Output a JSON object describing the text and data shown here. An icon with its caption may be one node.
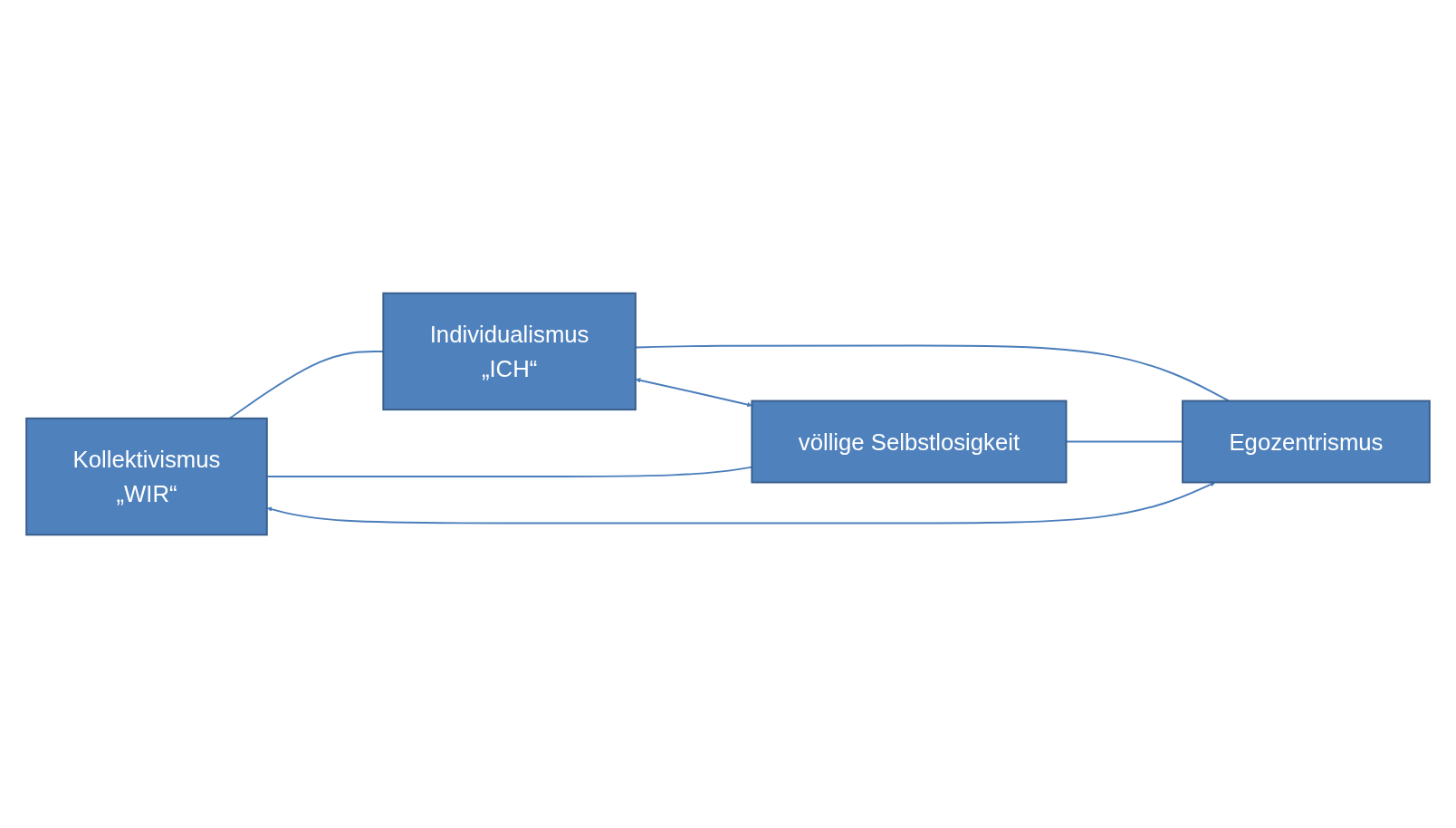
{
  "diagram": {
    "nodes": [
      {
        "text": [
          "Kollektivismus",
          "„WIR“"
        ]
      },
      {
        "text": [
          "Individualismus",
          "„ICH“"
        ]
      },
      {
        "text": [
          "völlige Selbstlosigkeit"
        ]
      },
      {
        "text": [
          "Egozentrismus"
        ]
      }
    ],
    "edges": [
      {
        "from": 0,
        "to": 1,
        "arrow": "none"
      },
      {
        "from": 0,
        "to": 2,
        "arrow": "none"
      },
      {
        "from": 1,
        "to": 3,
        "arrow": "none"
      },
      {
        "from": 2,
        "to": 3,
        "arrow": "none"
      },
      {
        "from": 0,
        "to": 3,
        "arrow": "both"
      },
      {
        "from": 1,
        "to": 2,
        "arrow": "both"
      }
    ]
  }
}
